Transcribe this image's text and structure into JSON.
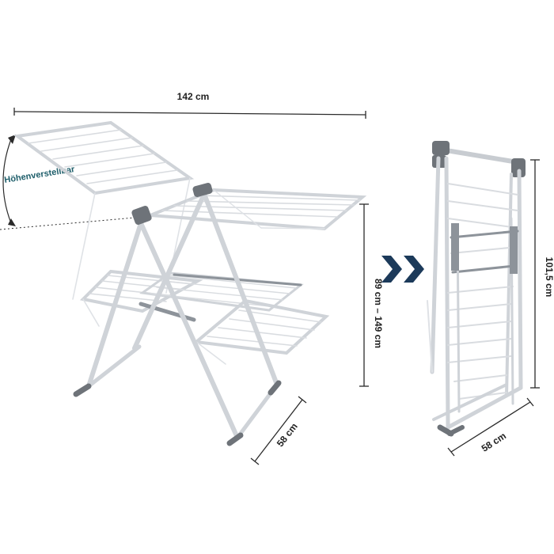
{
  "labels": {
    "width_open": "142 cm",
    "height_adjust": "Höhenverstellbar",
    "height_open": "89 cm – 149 cm",
    "depth_open": "58 cm",
    "height_folded": "101,5 cm",
    "depth_folded": "58 cm"
  },
  "icons": {
    "arrow": "double-chevron-right-icon"
  },
  "colors": {
    "frame": "#d6d9dd",
    "frame_dark": "#8d939a",
    "joint": "#6e7379",
    "dimension_line": "#2b2b2b",
    "accent": "#1f5f6b",
    "chevron": "#1c3a5a"
  }
}
